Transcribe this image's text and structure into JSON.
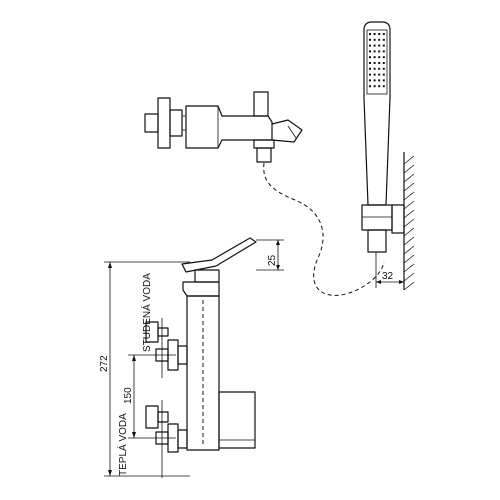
{
  "labels": {
    "dim_total_height": "272",
    "dim_inlet_spacing": "150",
    "dim_spout_offset": "25",
    "dim_holder_offset": "32",
    "cold_water": "STUDENÁ VODA",
    "hot_water": "TEPLÁ VODA"
  }
}
